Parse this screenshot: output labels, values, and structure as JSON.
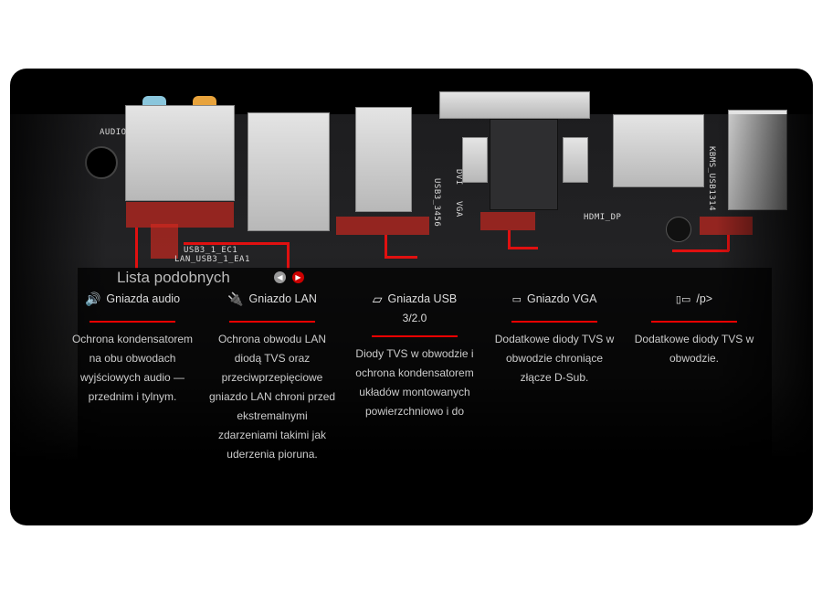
{
  "board_labels": {
    "audio": "AUDIO",
    "usb31_ec1": "USB3_1_EC1",
    "lan_usb31_ea1": "LAN_USB3_1_EA1",
    "usb3_3456": "USB3_3456",
    "dvi": "DVI",
    "vga": "VGA",
    "hdmi_dp": "HDMI_DP",
    "kbms": "KBMS_USB1314"
  },
  "section": {
    "title": "Lista podobnych",
    "prev_icon": "chevron-left-icon",
    "next_icon": "chevron-right-icon",
    "accent": "#e00000"
  },
  "features": [
    {
      "icon": "speaker-icon",
      "title": "Gniazda audio",
      "title2": "",
      "body": "Ochrona kondensatorem na obu obwodach wyjściowych audio — przednim i tylnym."
    },
    {
      "icon": "lan-plug-icon",
      "title": "Gniazdo LAN",
      "title2": "",
      "body": "Ochrona obwodu LAN diodą TVS oraz przeciwprzepięciowe gniazdo LAN chroni przed ekstremalnymi zdarzeniami takimi jak uderzenia pioruna."
    },
    {
      "icon": "usb-stick-icon",
      "title": "Gniazda USB",
      "title2": "3/2.0",
      "body": "Diody TVS w obwodzie i ochrona kondensatorem układów montowanych powierzchniowo i do"
    },
    {
      "icon": "vga-connector-icon",
      "title": "Gniazdo VGA",
      "title2": "",
      "body": "Dodatkowe diody TVS w obwodzie chroniące złącze D-Sub."
    },
    {
      "icon": "mouse-keyboard-icon",
      "title": "/p>",
      "title2": "",
      "body": "Dodatkowe diody TVS w obwodzie."
    }
  ]
}
